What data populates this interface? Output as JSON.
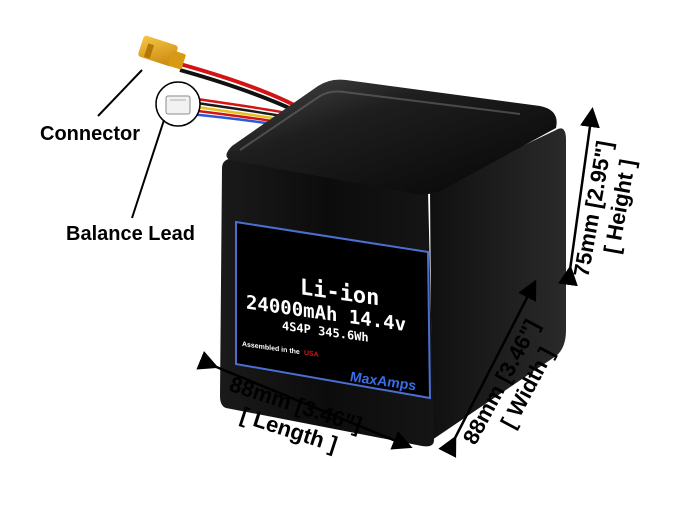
{
  "callouts": {
    "connector": "Connector",
    "balance_lead": "Balance Lead"
  },
  "label": {
    "chemistry": "Li-ion",
    "capacity_voltage": "24000mAh 14.4v",
    "config_energy": "4S4P 345.6Wh",
    "assembled": "Assembled in the",
    "assembled_country": "USA",
    "brand": "MaxAmps"
  },
  "dimensions": {
    "length_line1": "88mm [3.46\"]",
    "length_line2": "[ Length ]",
    "width_line1": "88mm [3.46\"]",
    "width_line2": "[ Width ]",
    "height_line1": "75mm [2.95\"]",
    "height_line2": "[ Height ]"
  },
  "colors": {
    "battery_body": "#0d0d0d",
    "connector_yellow": "#e8a417",
    "wire_red": "#d21414",
    "label_border": "#4a6fd0",
    "brand_blue": "#3a6ee8"
  }
}
